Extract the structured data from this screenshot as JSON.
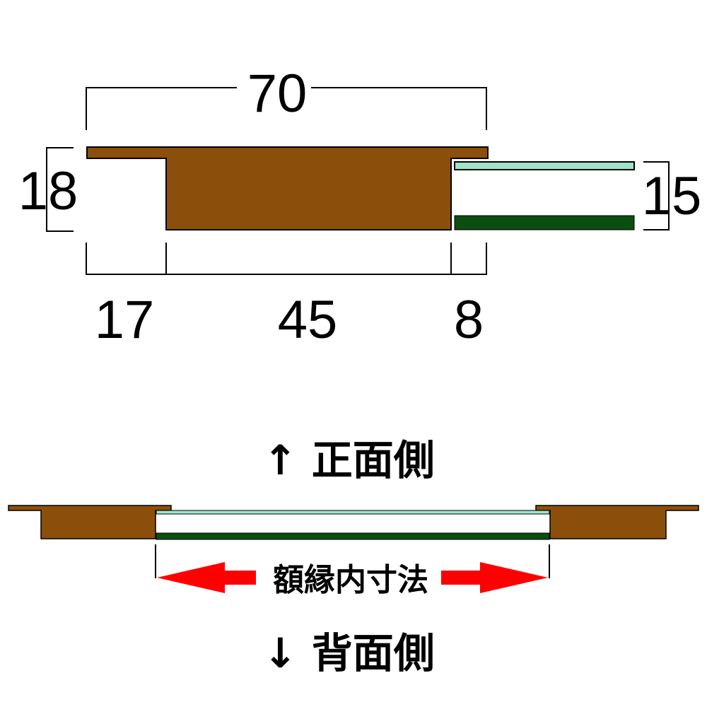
{
  "profile": {
    "width_total": "70",
    "height_frame": "18",
    "height_contents": "15",
    "seg_lip": "17",
    "seg_body": "45",
    "seg_rabbet": "8"
  },
  "assembly": {
    "front_side": "↑ 正面側",
    "back_side": "↓ 背面側",
    "inner_size_label": "額縁内寸法"
  },
  "colors": {
    "wood": "#8b4f0b",
    "glass": "#9fe3c9",
    "backboard": "#0c4d12",
    "arrow": "#ff0000"
  }
}
